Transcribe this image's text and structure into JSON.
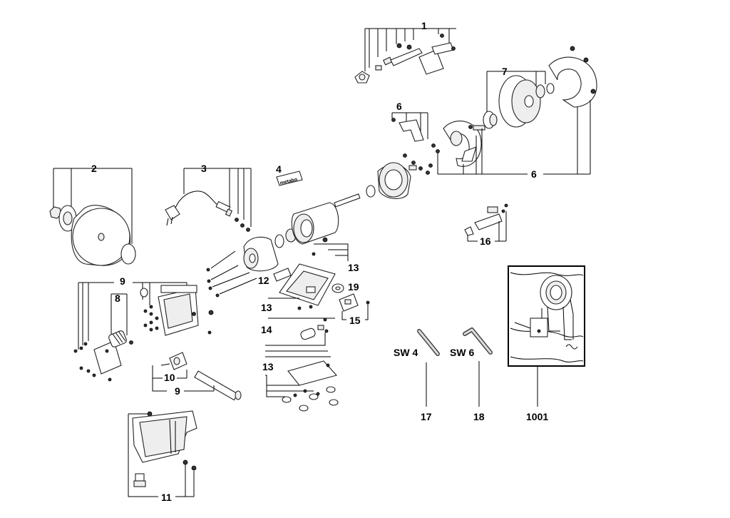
{
  "callouts": {
    "c1": "1",
    "c2": "2",
    "c3": "3",
    "c4": "4",
    "c6a": "6",
    "c6b": "6",
    "c7": "7",
    "c8": "8",
    "c9a": "9",
    "c9b": "9",
    "c10": "10",
    "c11": "11",
    "c12": "12",
    "c13a": "13",
    "c13b": "13",
    "c13c": "13",
    "c14": "14",
    "c15": "15",
    "c16": "16",
    "c17": "17",
    "c18": "18",
    "c19": "19",
    "c1001": "1001"
  },
  "tools": {
    "sw4": "SW 4",
    "sw6": "SW 6"
  },
  "logo_plate": "metabo"
}
